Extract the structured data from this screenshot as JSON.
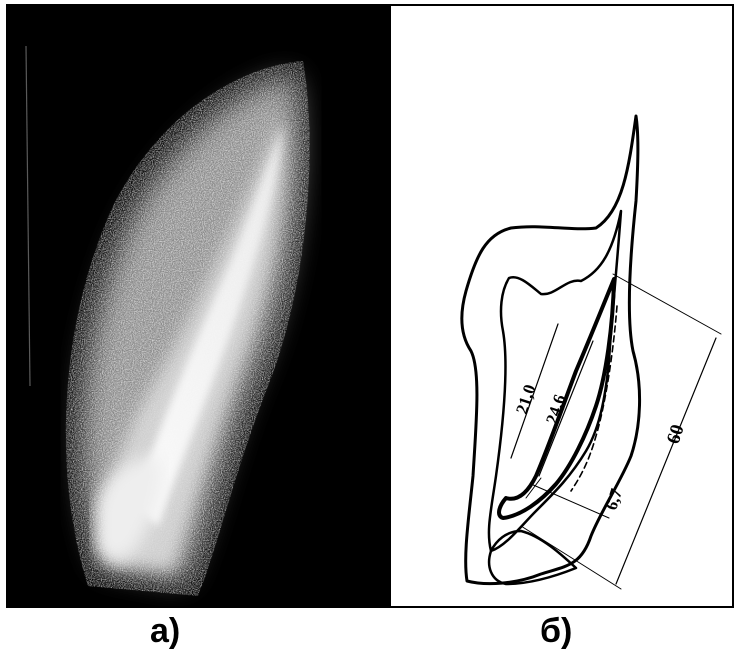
{
  "captions": {
    "left": "а)",
    "right": "б)"
  },
  "dimensions": {
    "d1": "21,0",
    "d2": "24,6",
    "d3": "6,7",
    "d4": "60"
  },
  "colors": {
    "photo_bg": "#000000",
    "plume": "#ffffff",
    "ink": "#000000"
  }
}
